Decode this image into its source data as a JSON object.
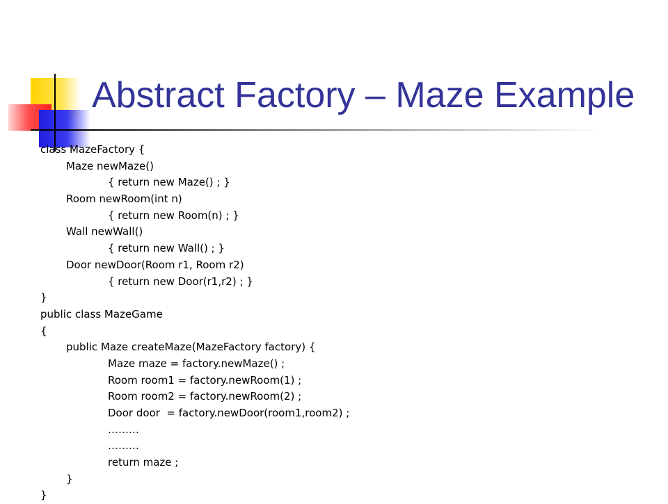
{
  "slide": {
    "title": "Abstract Factory – Maze Example",
    "code_lines": [
      {
        "indent": 0,
        "text": "class MazeFactory {"
      },
      {
        "indent": 1,
        "text": "Maze newMaze()"
      },
      {
        "indent": 2,
        "text": "{ return new Maze() ; }"
      },
      {
        "indent": 1,
        "text": "Room newRoom(int n)"
      },
      {
        "indent": 2,
        "text": "{ return new Room(n) ; }"
      },
      {
        "indent": 1,
        "text": "Wall newWall()"
      },
      {
        "indent": 2,
        "text": "{ return new Wall() ; }"
      },
      {
        "indent": 1,
        "text": "Door newDoor(Room r1, Room r2)"
      },
      {
        "indent": 2,
        "text": "{ return new Door(r1,r2) ; }"
      },
      {
        "indent": 0,
        "text": "}"
      },
      {
        "indent": 0,
        "text": "public class MazeGame"
      },
      {
        "indent": 0,
        "text": "{"
      },
      {
        "indent": 1,
        "text": "public Maze createMaze(MazeFactory factory) {"
      },
      {
        "indent": 2,
        "text": "Maze maze = factory.newMaze() ;"
      },
      {
        "indent": 2,
        "text": "Room room1 = factory.newRoom(1) ;"
      },
      {
        "indent": 2,
        "text": "Room room2 = factory.newRoom(2) ;"
      },
      {
        "indent": 2,
        "text": "Door door  = factory.newDoor(room1,room2) ;"
      },
      {
        "indent": 2,
        "text": "………"
      },
      {
        "indent": 2,
        "text": "………"
      },
      {
        "indent": 2,
        "text": "return maze ;"
      },
      {
        "indent": 1,
        "text": "}"
      },
      {
        "indent": 0,
        "text": "}"
      }
    ]
  },
  "colors": {
    "title": "#333399",
    "accent_yellow": "#ffd200",
    "accent_red": "#ff2020",
    "accent_blue": "#2020e0"
  }
}
